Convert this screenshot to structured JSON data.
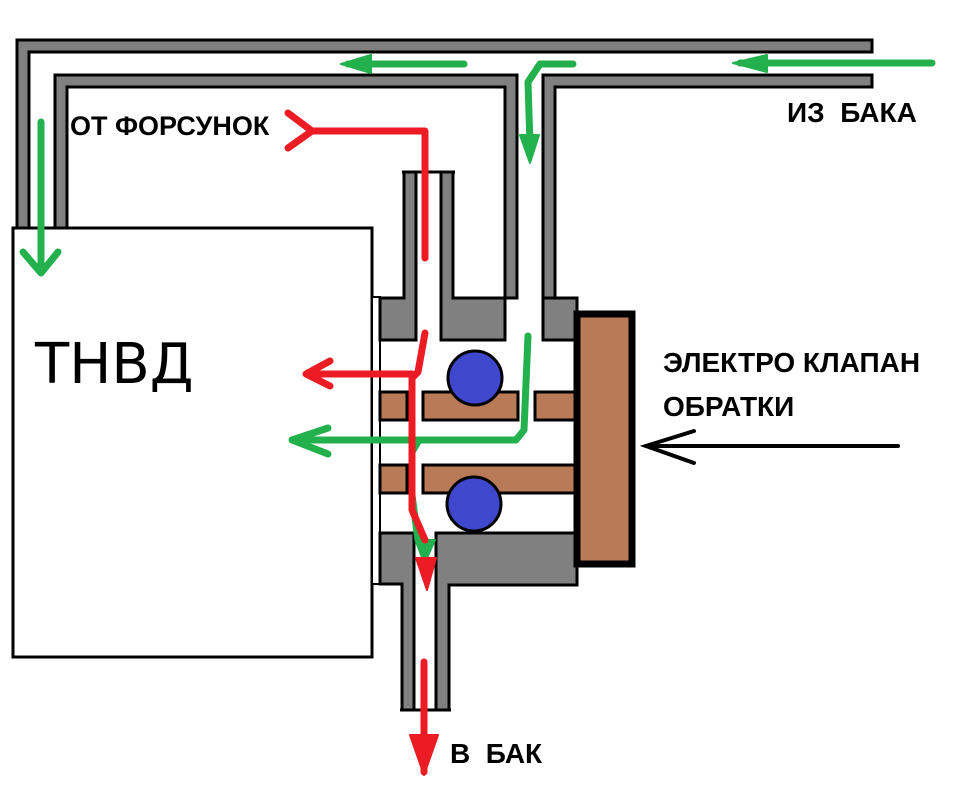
{
  "title": "Схема электроклапана обратки ТНВД",
  "labels": {
    "from_injectors": "ОТ ФОРСУНОК",
    "from_tank": "ИЗ  БАКА",
    "to_tank": "В  БАК",
    "pump": "ТНВД",
    "valve_line1": "ЭЛЕКТРО КЛАПАН",
    "valve_line2": "ОБРАТКИ"
  },
  "colors": {
    "pipe_wall": "#808080",
    "outline": "#000000",
    "valve_actuator": "#b97a57",
    "ball": "#3f48cc",
    "flow_supply": "#22b14c",
    "flow_return": "#ed1c24"
  },
  "flows": [
    {
      "name": "supply-from-tank",
      "color": "green",
      "description": "fuel from tank to pump"
    },
    {
      "name": "return-from-injectors",
      "color": "red",
      "description": "return from injectors"
    }
  ]
}
